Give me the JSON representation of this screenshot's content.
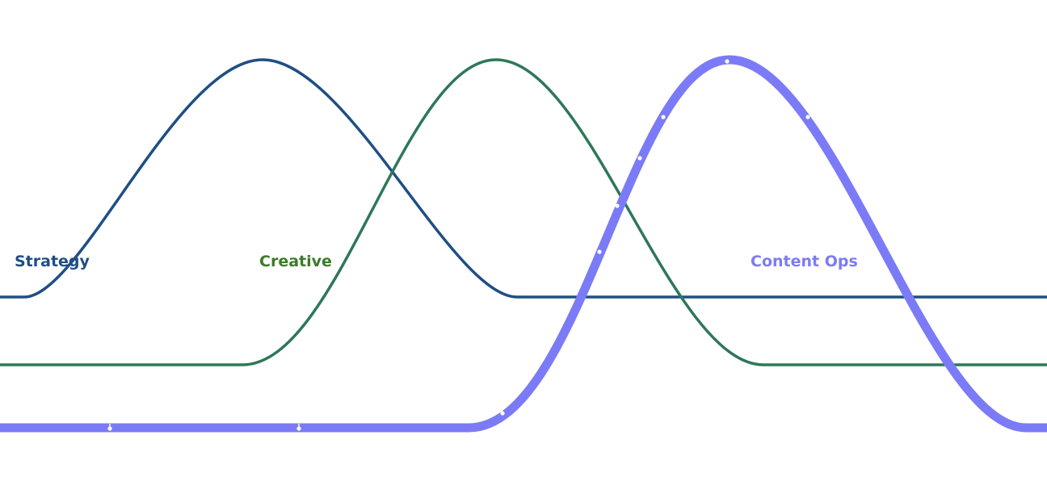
{
  "diagram": {
    "labels": {
      "strategy": "Strategy",
      "creative": "Creative",
      "content_ops": "Content Ops"
    },
    "colors": {
      "strategy": "#1f4e84",
      "creative": "#2e7759",
      "creative_label": "#3b7a2a",
      "content_ops": "#7b7bf7",
      "content_ops_label": "#7b7bf7",
      "markers": "#ffffff"
    }
  }
}
